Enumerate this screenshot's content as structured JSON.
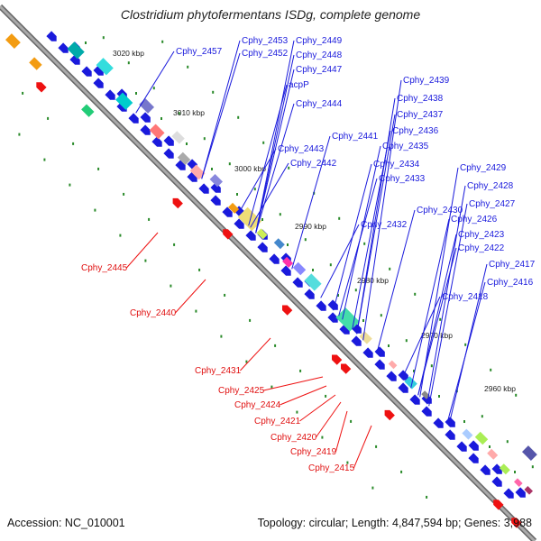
{
  "title": "Clostridium phytofermentans ISDg, complete genome",
  "footer": {
    "accession": "Accession: NC_010001",
    "summary": "Topology: circular; Length: 4,847,594 bp; Genes: 3,988"
  },
  "colors": {
    "forward_gene": "#1a1adc",
    "reverse_gene": "#ee1111",
    "backbone": "#888888",
    "tick": "#2a8a2a"
  },
  "scale_labels": [
    "3020 kbp",
    "3010 kbp",
    "3000 kbp",
    "2990 kbp",
    "2980 kbp",
    "2970 kbp",
    "2960 kbp"
  ],
  "forward_gene_labels": [
    "Cphy_2457",
    "Cphy_2453",
    "Cphy_2449",
    "Cphy_2452",
    "Cphy_2448",
    "Cphy_2447",
    "acpP",
    "Cphy_2444",
    "Cphy_2439",
    "Cphy_2438",
    "Cphy_2437",
    "Cphy_2441",
    "Cphy_2436",
    "Cphy_2443",
    "Cphy_2435",
    "Cphy_2442",
    "Cphy_2434",
    "Cphy_2433",
    "Cphy_2429",
    "Cphy_2428",
    "Cphy_2427",
    "Cphy_2430",
    "Cphy_2426",
    "Cphy_2432",
    "Cphy_2423",
    "Cphy_2422",
    "Cphy_2417",
    "Cphy_2416",
    "Cphy_2418"
  ],
  "reverse_gene_labels": [
    "Cphy_2445",
    "Cphy_2440",
    "Cphy_2431",
    "Cphy_2425",
    "Cphy_2424",
    "Cphy_2421",
    "Cphy_2420",
    "Cphy_2419",
    "Cphy_2415"
  ]
}
